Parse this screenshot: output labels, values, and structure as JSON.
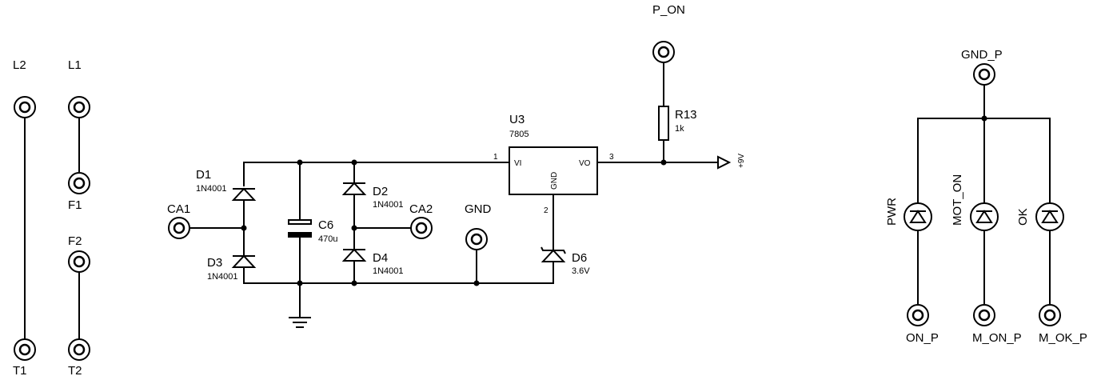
{
  "terminals": {
    "l2": "L2",
    "l1": "L1",
    "t1": "T1",
    "f1": "F1",
    "f2": "F2",
    "t2": "T2",
    "ca1": "CA1",
    "ca2": "CA2",
    "gnd": "GND",
    "p_on": "P_ON",
    "gnd_p": "GND_P",
    "on_p": "ON_P",
    "m_on_p": "M_ON_P",
    "m_ok_p": "M_OK_P"
  },
  "components": {
    "d1": {
      "ref": "D1",
      "value": "1N4001"
    },
    "d2": {
      "ref": "D2",
      "value": "1N4001"
    },
    "d3": {
      "ref": "D3",
      "value": "1N4001"
    },
    "d4": {
      "ref": "D4",
      "value": "1N4001"
    },
    "c6": {
      "ref": "C6",
      "value": "470u"
    },
    "u3": {
      "ref": "U3",
      "value": "7805",
      "pin_vi": "VI",
      "pin_vo": "VO",
      "pin_gnd": "GND",
      "pin1": "1",
      "pin2": "2",
      "pin3": "3"
    },
    "r13": {
      "ref": "R13",
      "value": "1k"
    },
    "d6": {
      "ref": "D6",
      "value": "3.6V"
    },
    "led_pwr": "PWR",
    "led_mot_on": "MOT_ON",
    "led_ok": "OK"
  },
  "power_flag": "+9V"
}
